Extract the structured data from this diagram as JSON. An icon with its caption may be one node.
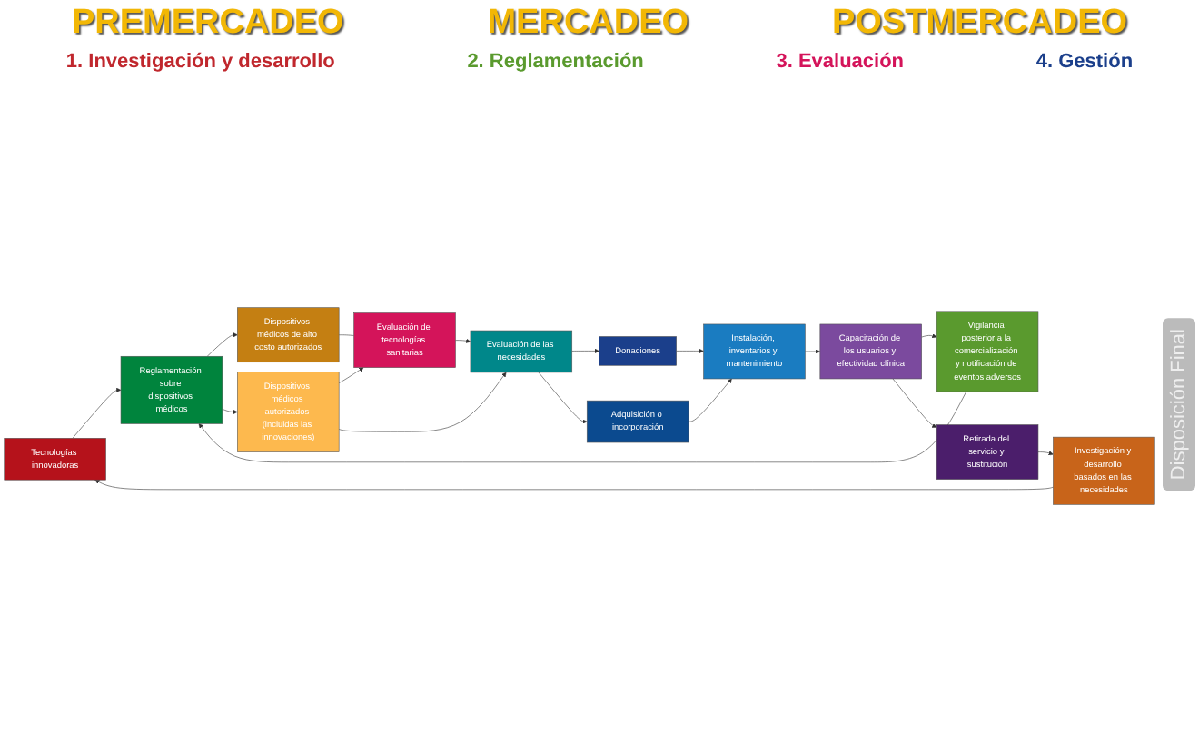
{
  "diagram": {
    "nodes": [
      {
        "text": [
          "Tecnologías innovadoras"
        ]
      },
      {
        "text": [
          "Reglamentación sobre dispositivos médicos"
        ]
      },
      {
        "text": [
          "Investigación y desarrollo basados en las necesidades"
        ]
      },
      {
        "text": [
          "Dispositivos médicos de alto costo autorizados"
        ]
      },
      {
        "text": [
          "Dispositivos médicos autorizados (incluidas las innovaciones)"
        ]
      },
      {
        "text": [
          "Evaluación de las necesidades"
        ]
      },
      {
        "text": [
          "Vigilancia posterior a la comercialización y notificación de eventos adversos"
        ]
      },
      {
        "text": [
          "Donaciones"
        ]
      },
      {
        "text": [
          "Evaluación de tecnologías sanitarias"
        ]
      },
      {
        "text": [
          "Adquisición o incorporación"
        ]
      },
      {
        "text": [
          "Instalación, inventarios y mantenimiento"
        ]
      },
      {
        "text": [
          "Capacitación de los usuarios y efectividad clínica"
        ]
      },
      {
        "text": [
          "Retirada del servicio y sustitución"
        ]
      }
    ],
    "edges": [
      {
        "from": 2,
        "to": 0,
        "arrow": "to"
      },
      {
        "from": 0,
        "to": 1,
        "arrow": "to"
      },
      {
        "from": 1,
        "to": 3,
        "arrow": "to"
      },
      {
        "from": 1,
        "to": 4,
        "arrow": "to"
      },
      {
        "from": 3,
        "to": 8,
        "arrow": "none"
      },
      {
        "from": 4,
        "to": 8,
        "arrow": "to"
      },
      {
        "from": 4,
        "to": 5,
        "arrow": "to"
      },
      {
        "from": 8,
        "to": 5,
        "arrow": "to"
      },
      {
        "from": 5,
        "to": 7,
        "arrow": "to"
      },
      {
        "from": 5,
        "to": 9,
        "arrow": "to"
      },
      {
        "from": 7,
        "to": 10,
        "arrow": "to"
      },
      {
        "from": 9,
        "to": 10,
        "arrow": "to"
      },
      {
        "from": 10,
        "to": 11,
        "arrow": "to"
      },
      {
        "from": 11,
        "to": 6,
        "arrow": "to"
      },
      {
        "from": 11,
        "to": 12,
        "arrow": "to"
      },
      {
        "from": 6,
        "to": 1,
        "arrow": "to"
      },
      {
        "from": 12,
        "to": 2,
        "arrow": "to"
      }
    ],
    "labels": [
      "PREMERCADEO",
      "MERCADEO",
      "POSTMERCADEO",
      "1. Investigación y desarrollo",
      "2. Reglamentación",
      "3. Evaluación",
      "4. Gestión",
      "Disposición Final"
    ]
  }
}
